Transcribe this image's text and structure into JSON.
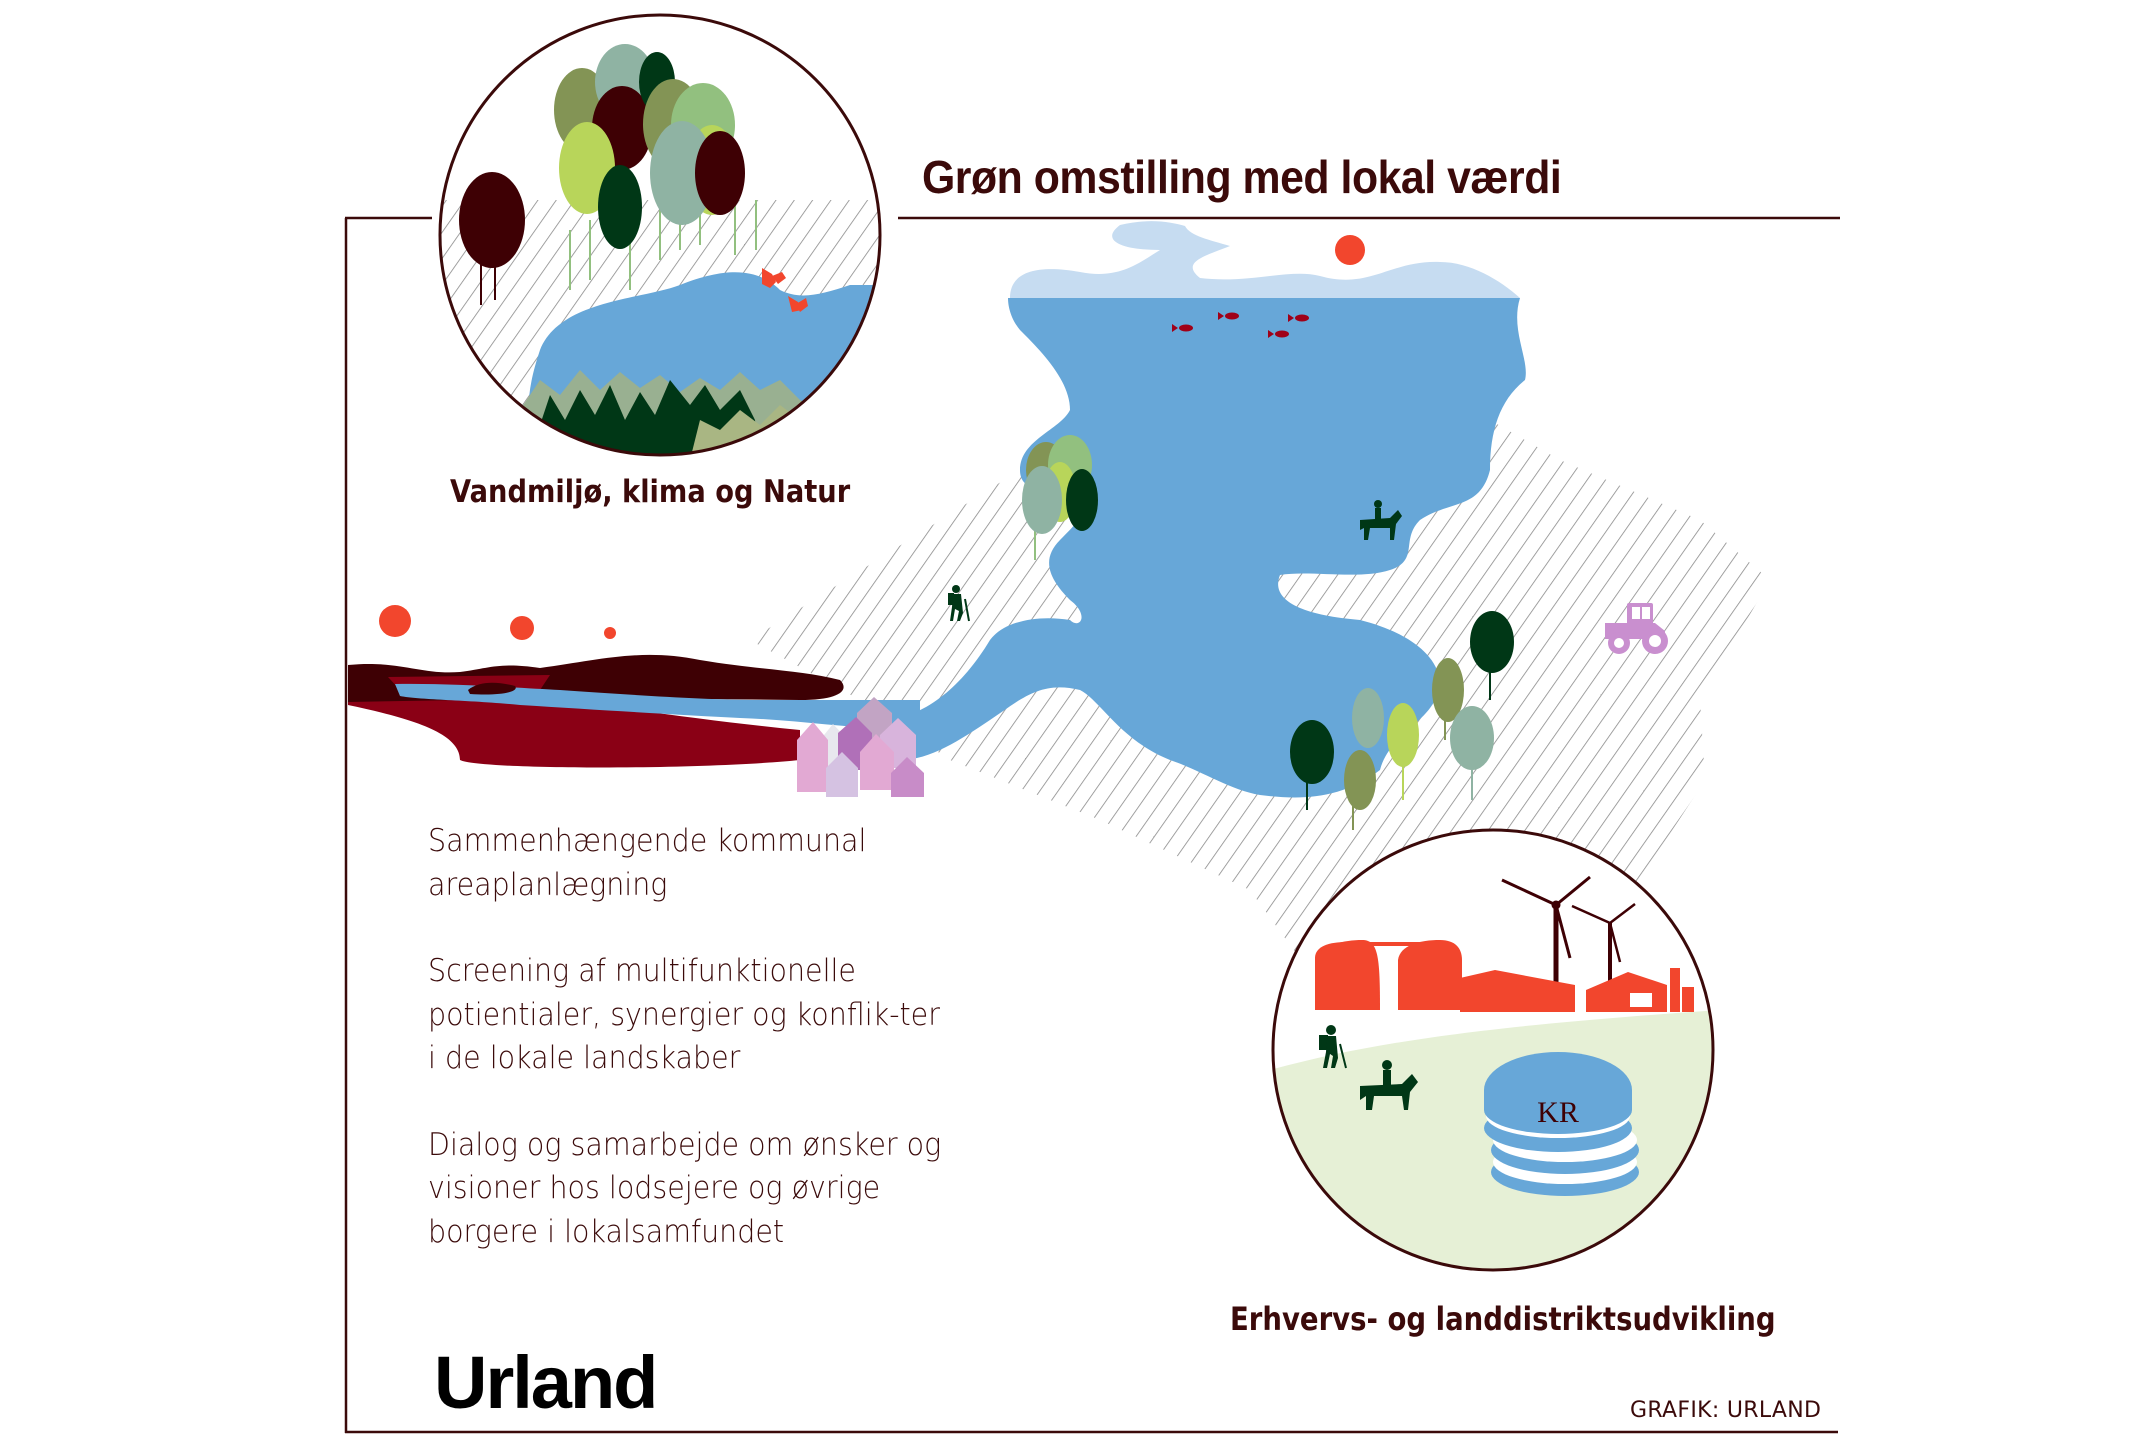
{
  "title": "Grøn omstilling med lokal værdi",
  "circles": {
    "nature": {
      "label": "Vandmiljø, klima og Natur"
    },
    "business": {
      "label": "Erhvervs- og landdistriktsudvikling",
      "coin_text": "KR"
    }
  },
  "body": {
    "paragraphs": [
      "Sammenhængende kommunal areaplanlægning",
      "Screening af multifunktionelle potientialer, synergier og konflik-ter i de lokale landskaber",
      "Dialog og samarbejde om ønsker og visioner hos lodsejere og øvrige borgere i lokalsamfundet"
    ]
  },
  "logo": "Urland",
  "credit": "GRAFIK: URLAND",
  "colors": {
    "frame": "#3b0a0a",
    "water": "#67a7d8",
    "sky": "#c6dcf1",
    "sun": "#f2462d",
    "dark_green": "#003716",
    "olive": "#839455",
    "lime": "#b8d55a",
    "sage": "#8fb3a3",
    "light_green": "#92c07f",
    "maroon": "#3e0004",
    "crimson": "#8a0015",
    "field": "#e6f0d6",
    "tractor": "#c98fcf",
    "hatch": "#8a8a8a"
  },
  "icons": [
    "tree-icon",
    "butterfly-icon",
    "fish-icon",
    "horse-rider-icon",
    "hiker-icon",
    "tractor-icon",
    "house-icon",
    "wind-turbine-icon",
    "factory-icon",
    "coin-stack-icon",
    "sun-icon"
  ]
}
